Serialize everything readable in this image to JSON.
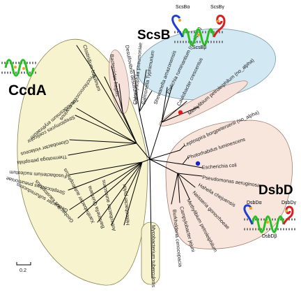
{
  "groups": {
    "ccda": "CcdA",
    "scsb": "ScsB",
    "dsbd": "DsbD"
  },
  "subunits": {
    "scs_alpha": "ScsBα",
    "scs_gamma": "ScsBγ",
    "scs_beta": "ScsBβ",
    "dsb_alpha": "DsbDα",
    "dsb_gamma": "DsbDγ",
    "dsb_beta": "DsbDβ"
  },
  "scale_label": "0.2",
  "taxa": {
    "clostridium": "Clostridium botulinum",
    "bacteroides": "Bacteroides fragilis",
    "desulfovibrio": "Desulfovibrio desulfuricans",
    "chlamydophila": "Chlamydophila pneumoniae",
    "salmonella": "Salmonella Typhimurium",
    "shewanella": "Shewanella amazonensis",
    "ehrlichia": "Ehrlichia ruminantium (no_alpha)",
    "caulobacter": "Caulobacter crescentus",
    "methylibium": "Methylibium petroleiphilum (no_alpha)",
    "leptospira": "Leptospira borgpetersenii (no_alpha)",
    "photorhabdus": "Photorhabdus luminescens",
    "ecoli": "Escherichia coli",
    "pseudomonas": "Pseudomonas aeruginosa",
    "hahella": "Hahella chejuensis",
    "neisseria": "Neisseria gonorrhoeae",
    "methylibium2": "Methylibium petroleiphilum",
    "campylobacter": "Campylobacter jejuni",
    "burkholderia": "Burkholderia cenocepacia",
    "mycobacterium": "Mycobacterium tuberculosis",
    "helicobacter": "Helicobacter pylori",
    "arthrobacter": "Arthrobacter aurescens",
    "bartonella": "Bartonella Quintana",
    "xanthobacter": "Xanthobacter autotrophicus",
    "geobacillus": "Geobacillus kaustophilus",
    "geobacter": "Geobacter sulfurreducens",
    "streptococcus": "Streptococcus pneumoniae",
    "fusobacterium": "Fusobacterium nucleatum",
    "thermotoga": "Thermotoga petrophila",
    "gloeobacter": "Gloeobacter violaceus",
    "streptomyces": "Streptomyces coelicolor",
    "trichodesmium": "Trichodesmium erythraeum",
    "prochlorococcus": "Prochlorococcus marinus"
  },
  "colors": {
    "ccda_fill": "#f7f3cf",
    "ccda_stroke": "#8a8450",
    "scsb_fill": "#d2e9f3",
    "scsb_stroke": "#7a98a8",
    "dsbd_fill": "#f8e6dc",
    "dsbd_stroke": "#a07f70",
    "pink_fill": "#f6e2da",
    "red_dot": "#e01b1b",
    "blue_dot": "#1524c8",
    "helix_green": "#25c21f",
    "blue_domain": "#1e3fd0",
    "red_domain": "#d42121"
  }
}
